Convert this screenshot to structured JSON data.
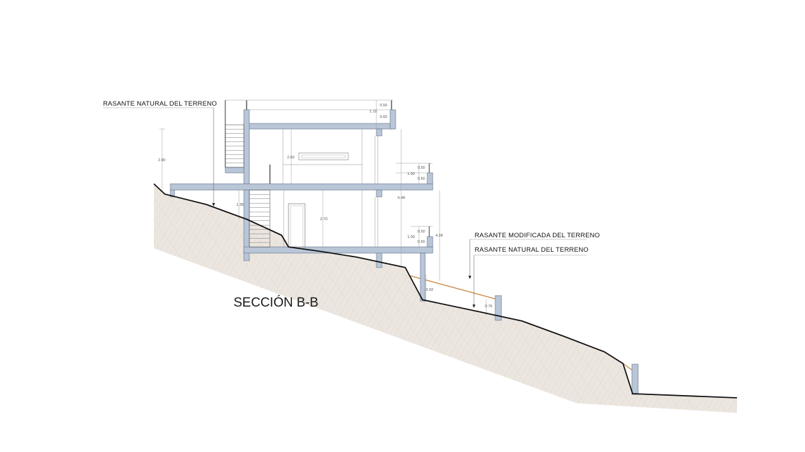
{
  "labels": {
    "natural_terrain_left": "RASANTE NATURAL DEL TERRENO",
    "modified_terrain": "RASANTE MODIFICADA DEL TERRENO",
    "natural_terrain_right": "RASANTE NATURAL DEL TERRENO",
    "section_title": "SECCIÓN B-B"
  },
  "dimensions": {
    "d_2_90": "2.90",
    "d_2_60": "2.60",
    "d_2_70": "2.70",
    "d_1_35": "1.35",
    "d_6_48": "6.48",
    "d_4_28": "4.28",
    "d_top_050": "0.50",
    "d_top_110": "1.10",
    "d_top_060": "0.60",
    "d_mid_050a": "0.50",
    "d_mid_100": "1.00",
    "d_mid_050b": "0.50",
    "d_low_050a": "0.50",
    "d_low_100": "1.00",
    "d_low_050b": "0.50",
    "d_0_93": "0.93",
    "d_0_76": "0.76"
  },
  "colors": {
    "concrete": "#b9c6d8",
    "terrain_fill": "#ece6e0",
    "terrain_line": "#111111",
    "modified_line": "#c8843e"
  }
}
